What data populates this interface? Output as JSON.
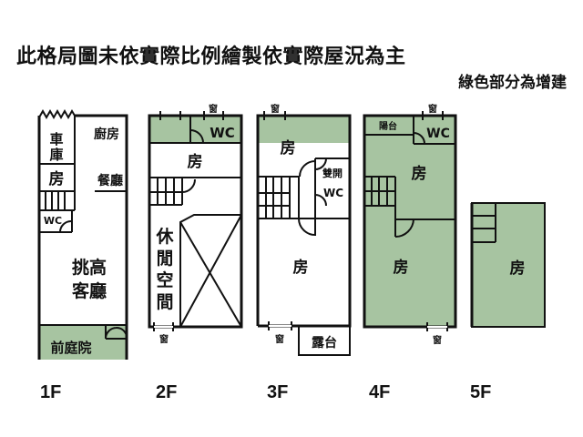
{
  "header": {
    "title": "此格局圖未依實際比例繪製依實際屋況為主",
    "note": "綠色部分為增建"
  },
  "colors": {
    "addition": "#a7c4a1",
    "wall": "#111111"
  },
  "floors": [
    {
      "label": "1F",
      "rooms": {
        "garage": "車\n庫",
        "garage_l1": "車",
        "garage_l2": "庫",
        "room": "房",
        "kitchen": "廚房",
        "dining": "餐廳",
        "wc": "WC",
        "living_l1": "挑高",
        "living_l2": "客廳",
        "front_yard": "前庭院"
      }
    },
    {
      "label": "2F",
      "rooms": {
        "window_top": "窗",
        "wc": "WC",
        "room": "房",
        "leisure_1": "休",
        "leisure_2": "閒",
        "leisure_3": "空",
        "leisure_4": "間",
        "window_bottom": "窗"
      }
    },
    {
      "label": "3F",
      "rooms": {
        "window_top": "窗",
        "room_top": "房",
        "double_door": "雙開",
        "wc": "WC",
        "room_main": "房",
        "window_bottom": "窗",
        "terrace": "露台"
      }
    },
    {
      "label": "4F",
      "rooms": {
        "window_top": "窗",
        "balcony": "陽台",
        "wc": "WC",
        "room_top": "房",
        "room_main": "房",
        "window_bottom": "窗"
      }
    },
    {
      "label": "5F",
      "rooms": {
        "room": "房"
      }
    }
  ]
}
